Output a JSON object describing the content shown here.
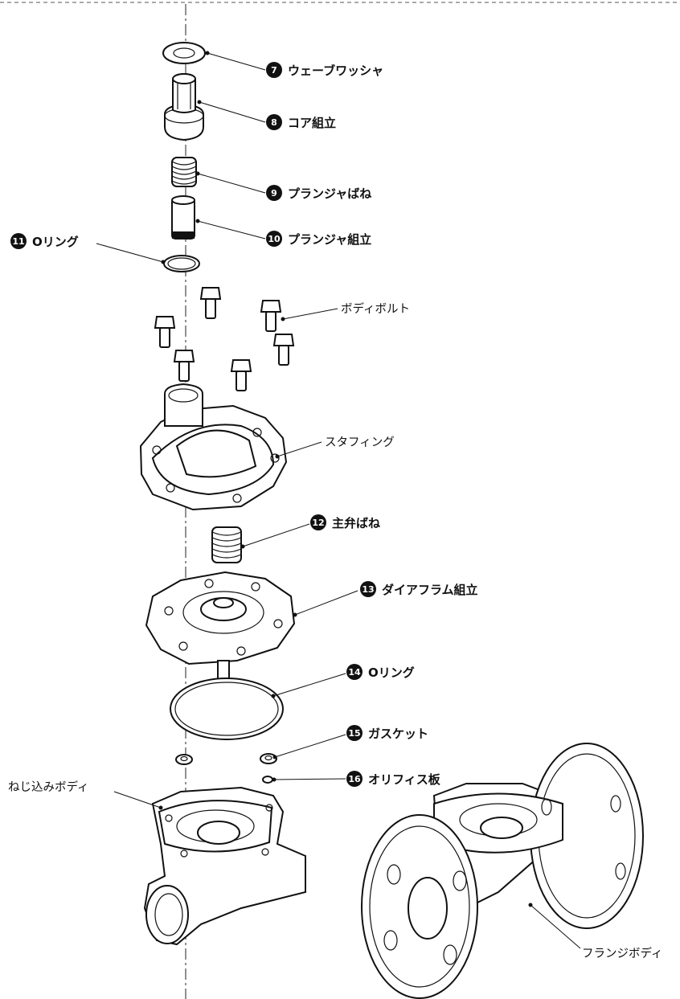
{
  "labels": {
    "p7": {
      "num": "7",
      "text": "ウェーブワッシャ"
    },
    "p8": {
      "num": "8",
      "text": "コア組立"
    },
    "p9": {
      "num": "9",
      "text": "プランジャばね"
    },
    "p10": {
      "num": "10",
      "text": "プランジャ組立"
    },
    "p11": {
      "num": "11",
      "text": "Oリング"
    },
    "body_bolt": {
      "text": "ボディボルト"
    },
    "stuffing": {
      "text": "スタフィング"
    },
    "p12": {
      "num": "12",
      "text": "主弁ばね"
    },
    "p13": {
      "num": "13",
      "text": "ダイアフラム組立"
    },
    "p14": {
      "num": "14",
      "text": "Oリング"
    },
    "p15": {
      "num": "15",
      "text": "ガスケット"
    },
    "p16": {
      "num": "16",
      "text": "オリフィス板"
    },
    "screw_body": {
      "text": "ねじ込みボディ"
    },
    "flange_body": {
      "text": "フランジボディ"
    }
  }
}
